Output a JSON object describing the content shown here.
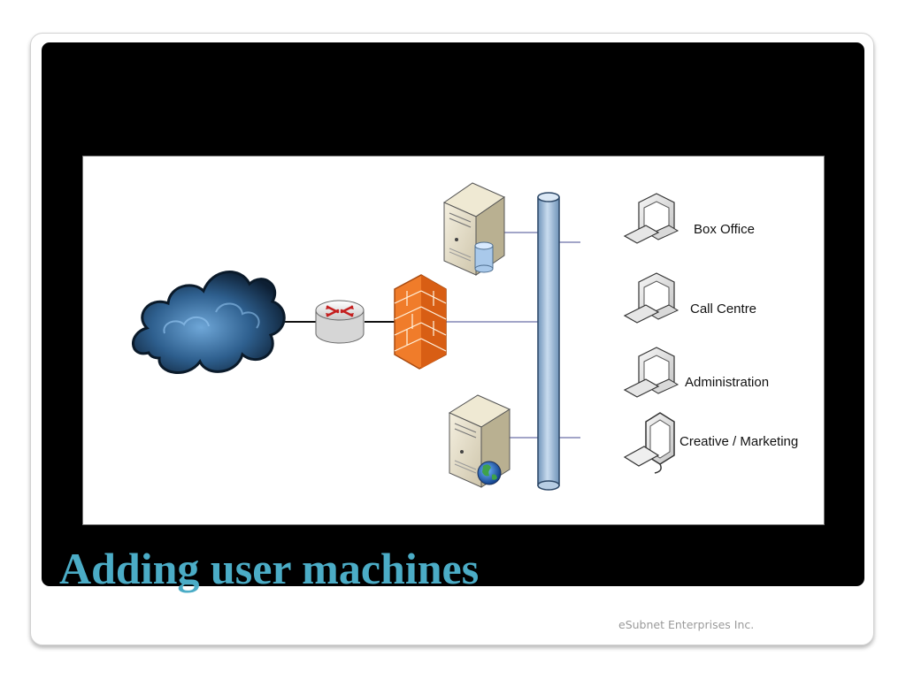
{
  "slide": {
    "title": "Adding user machines",
    "footer": "eSubnet Enterprises Inc."
  },
  "diagram": {
    "nodes": {
      "internet": {
        "icon": "cloud-icon"
      },
      "router": {
        "icon": "router-icon"
      },
      "firewall": {
        "icon": "firewall-icon"
      },
      "database_server": {
        "icon": "database-server-icon"
      },
      "web_server": {
        "icon": "web-server-icon"
      },
      "lan_backbone": {
        "icon": "network-bus-icon"
      }
    },
    "workstations": [
      {
        "label": "Box Office",
        "icon": "desktop-computer-icon"
      },
      {
        "label": "Call Centre",
        "icon": "desktop-computer-icon"
      },
      {
        "label": "Administration",
        "icon": "desktop-computer-icon"
      },
      {
        "label": "Creative / Marketing",
        "icon": "monitor-computer-icon"
      }
    ]
  },
  "colors": {
    "title": "#4bacc6",
    "panel": "#000000",
    "firewall": "#f07c2a",
    "bus": "#9dbcdc"
  }
}
